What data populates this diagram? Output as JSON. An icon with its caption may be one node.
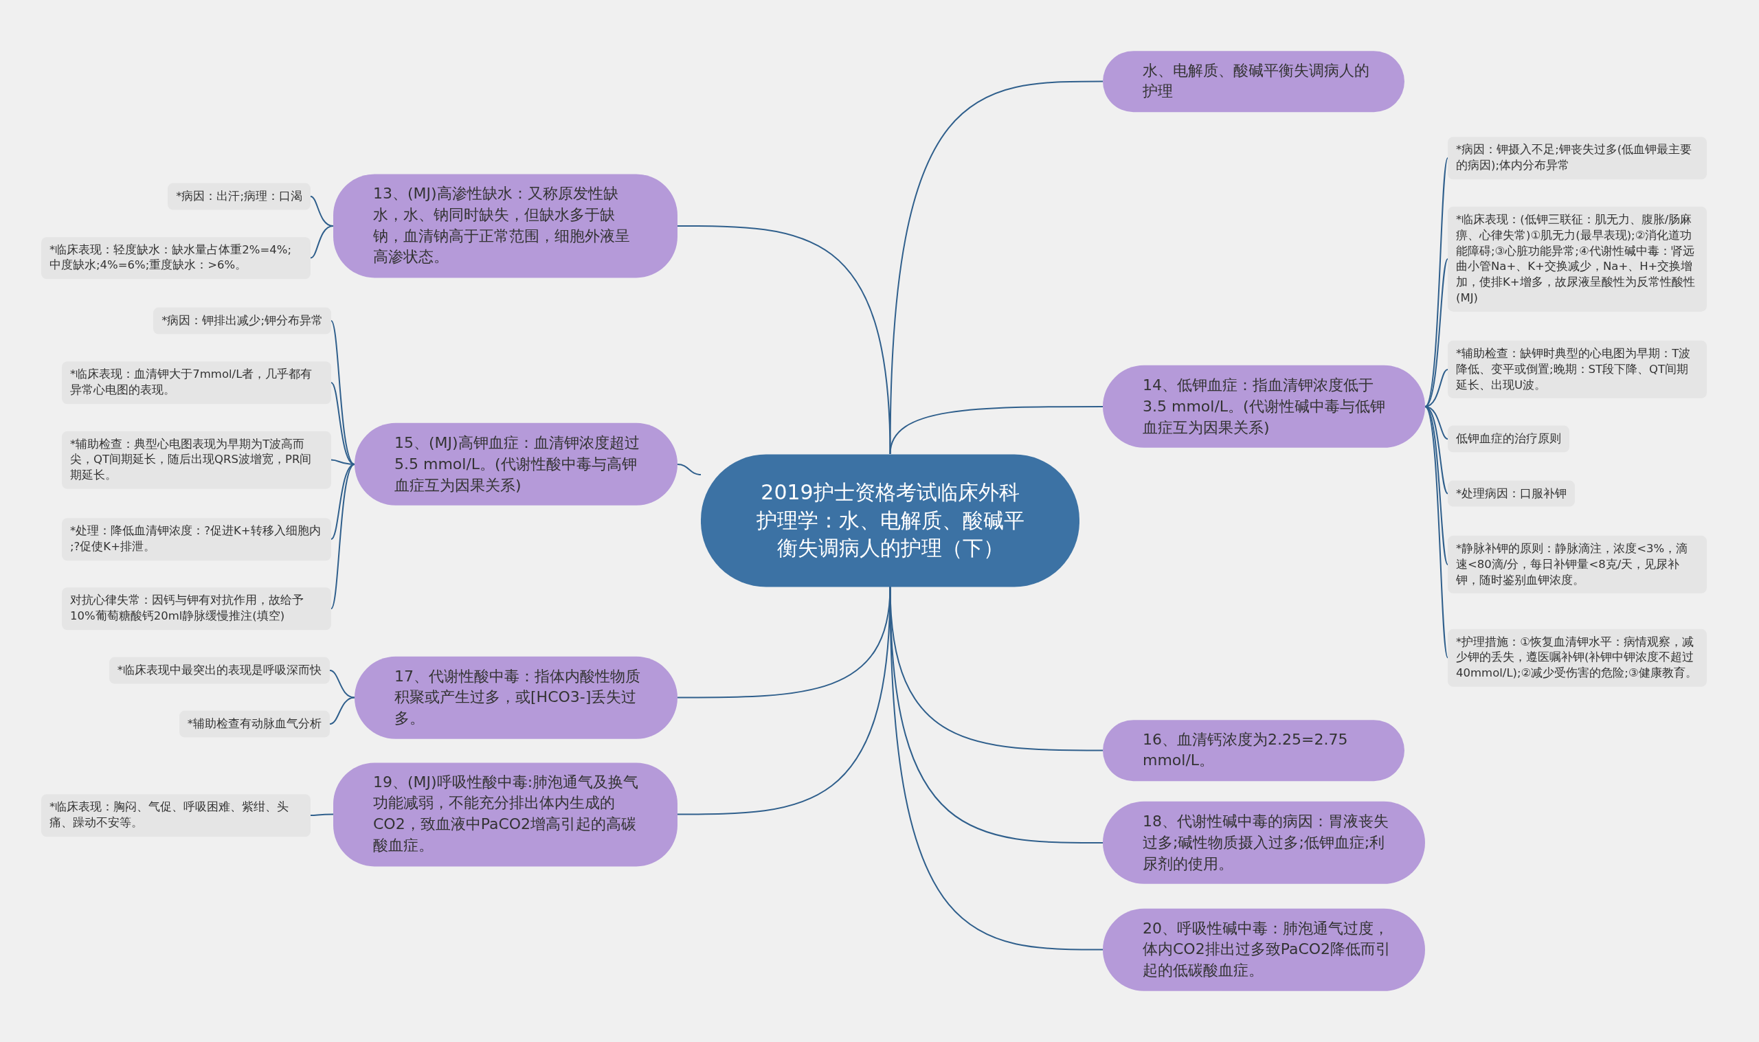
{
  "diagram": {
    "nodes": [
      {
        "text": [
          "2019护士资格考试临床外科护理学：水、电解质、酸碱平衡失调病人的护理（下）"
        ]
      },
      {
        "text": [
          "水、电解质、酸碱平衡失调病人的护理"
        ]
      },
      {
        "text": [
          "13、(MJ)高渗性缺水：又称原发性缺水，水、钠同时缺失，但缺水多于缺钠，血清钠高于正常范围，细胞外液呈高渗状态。"
        ]
      },
      {
        "text": [
          "*病因：出汗;病理：口渴"
        ]
      },
      {
        "text": [
          "*临床表现：轻度缺水：缺水量占体重2%=4%;中度缺水;4%=6%;重度缺水：>6%。"
        ]
      },
      {
        "text": [
          "14、低钾血症：指血清钾浓度低于3.5 mmol/L。(代谢性碱中毒与低钾血症互为因果关系)"
        ]
      },
      {
        "text": [
          "*病因：钾摄入不足;钾丧失过多(低血钾最主要的病因);体内分布异常"
        ]
      },
      {
        "text": [
          "*临床表现：(低钾三联征：肌无力、腹胀/肠麻痹、心律失常)①肌无力(最早表现);②消化道功能障碍;③心脏功能异常;④代谢性碱中毒：肾远曲小管Na+、K+交换减少，Na+、H+交换增加，使排K+增多，故尿液呈酸性为反常性酸性(MJ)"
        ]
      },
      {
        "text": [
          "*辅助检查：缺钾时典型的心电图为早期：T波降低、变平或倒置;晚期：ST段下降、QT间期延长、出现U波。"
        ]
      },
      {
        "text": [
          "低钾血症的治疗原则"
        ]
      },
      {
        "text": [
          "*处理病因：口服补钾"
        ]
      },
      {
        "text": [
          "*静脉补钾的原则：静脉滴注，浓度<3%，滴速<80滴/分，每日补钾量<8克/天，见尿补钾，随时鉴别血钾浓度。"
        ]
      },
      {
        "text": [
          "*护理措施：①恢复血清钾水平：病情观察，减少钾的丢失，遵医嘱补钾(补钾中钾浓度不超过40mmol/L);②减少受伤害的危险;③健康教育。"
        ]
      },
      {
        "text": [
          "15、(MJ)高钾血症：血清钾浓度超过5.5 mmol/L。(代谢性酸中毒与高钾血症互为因果关系)"
        ]
      },
      {
        "text": [
          "*病因：钾排出减少;钾分布异常"
        ]
      },
      {
        "text": [
          "*临床表现：血清钾大于7mmol/L者，几乎都有异常心电图的表现。"
        ]
      },
      {
        "text": [
          "*辅助检查：典型心电图表现为早期为T波高而尖，QT间期延长，随后出现QRS波增宽，PR间期延长。"
        ]
      },
      {
        "text": [
          "*处理：降低血清钾浓度：?促进K+转移入细胞内 ;?促使K+排泄。"
        ]
      },
      {
        "text": [
          "对抗心律失常：因钙与钾有对抗作用，故给予10%葡萄糖酸钙20ml静脉缓慢推注(填空)"
        ]
      },
      {
        "text": [
          "16、血清钙浓度为2.25=2.75 mmol/L。"
        ]
      },
      {
        "text": [
          "17、代谢性酸中毒：指体内酸性物质积聚或产生过多，或[HCO3-]丢失过多。"
        ]
      },
      {
        "text": [
          "*临床表现中最突出的表现是呼吸深而快"
        ]
      },
      {
        "text": [
          "*辅助检查有动脉血气分析"
        ]
      },
      {
        "text": [
          "18、代谢性碱中毒的病因：胃液丧失过多;碱性物质摄入过多;低钾血症;利尿剂的使用。"
        ]
      },
      {
        "text": [
          "19、(MJ)呼吸性酸中毒:肺泡通气及换气功能减弱，不能充分排出体内生成的CO2，致血液中PaCO2增高引起的高碳酸血症。"
        ]
      },
      {
        "text": [
          "*临床表现：胸闷、气促、呼吸困难、紫绀、头痛、躁动不安等。"
        ]
      },
      {
        "text": [
          "20、呼吸性碱中毒：肺泡通气过度，体内CO2排出过多致PaCO2降低而引起的低碳酸血症。"
        ]
      }
    ],
    "edges": [
      {
        "from": 0,
        "to": 1,
        "arrow": "none"
      },
      {
        "from": 0,
        "to": 2,
        "arrow": "none"
      },
      {
        "from": 2,
        "to": 3,
        "arrow": "none"
      },
      {
        "from": 2,
        "to": 4,
        "arrow": "none"
      },
      {
        "from": 0,
        "to": 5,
        "arrow": "none"
      },
      {
        "from": 5,
        "to": 6,
        "arrow": "none"
      },
      {
        "from": 5,
        "to": 7,
        "arrow": "none"
      },
      {
        "from": 5,
        "to": 8,
        "arrow": "none"
      },
      {
        "from": 5,
        "to": 9,
        "arrow": "none"
      },
      {
        "from": 5,
        "to": 10,
        "arrow": "none"
      },
      {
        "from": 5,
        "to": 11,
        "arrow": "none"
      },
      {
        "from": 5,
        "to": 12,
        "arrow": "none"
      },
      {
        "from": 0,
        "to": 13,
        "arrow": "none"
      },
      {
        "from": 13,
        "to": 14,
        "arrow": "none"
      },
      {
        "from": 13,
        "to": 15,
        "arrow": "none"
      },
      {
        "from": 13,
        "to": 16,
        "arrow": "none"
      },
      {
        "from": 13,
        "to": 17,
        "arrow": "none"
      },
      {
        "from": 13,
        "to": 18,
        "arrow": "none"
      },
      {
        "from": 0,
        "to": 19,
        "arrow": "none"
      },
      {
        "from": 0,
        "to": 20,
        "arrow": "none"
      },
      {
        "from": 20,
        "to": 21,
        "arrow": "none"
      },
      {
        "from": 20,
        "to": 22,
        "arrow": "none"
      },
      {
        "from": 0,
        "to": 23,
        "arrow": "none"
      },
      {
        "from": 0,
        "to": 24,
        "arrow": "none"
      },
      {
        "from": 24,
        "to": 25,
        "arrow": "none"
      },
      {
        "from": 0,
        "to": 26,
        "arrow": "none"
      }
    ]
  }
}
